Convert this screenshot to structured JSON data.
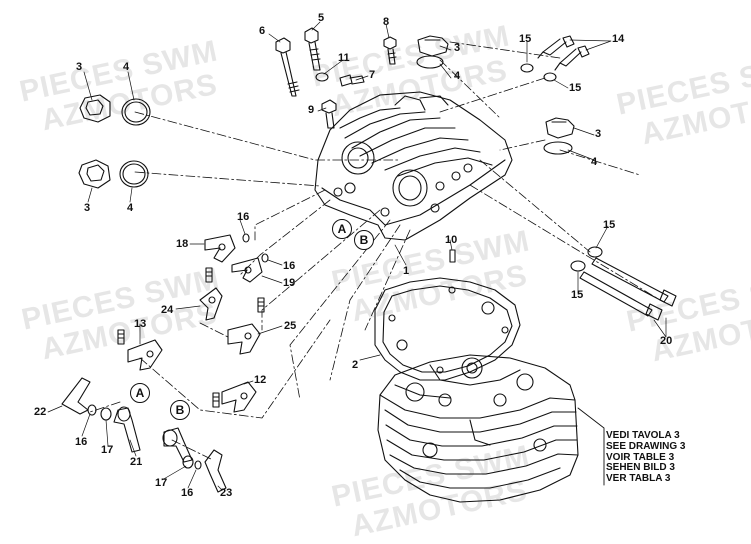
{
  "watermark": {
    "line1": "PIECES SWM",
    "line2": "AZMOTORS"
  },
  "callouts": {
    "c2": "2",
    "c1": "1",
    "c3a": "3",
    "c4a": "4",
    "c3b": "3",
    "c4b": "4",
    "c3c": "3",
    "c4c": "4",
    "c3d": "3",
    "c4d": "4",
    "c5": "5",
    "c6": "6",
    "c7": "7",
    "c8": "8",
    "c9": "9",
    "c10": "10",
    "c11": "11",
    "c12": "12",
    "c13": "13",
    "c14": "14",
    "c15a": "15",
    "c15b": "15",
    "c15c": "15",
    "c15d": "15",
    "c16a": "16",
    "c16b": "16",
    "c16c": "16",
    "c16d": "16",
    "c17a": "17",
    "c17b": "17",
    "c18": "18",
    "c19": "19",
    "c20": "20",
    "c21": "21",
    "c22": "22",
    "c23": "23",
    "c24": "24",
    "c25": "25"
  },
  "references": {
    "a1": "A",
    "b1": "B",
    "a2": "A",
    "b2": "B"
  },
  "note_lines": [
    "VEDI TAVOLA 3",
    "SEE DRAWING 3",
    "VOIR TABLE 3",
    "SEHEN BILD 3",
    "VER TABLA 3"
  ]
}
